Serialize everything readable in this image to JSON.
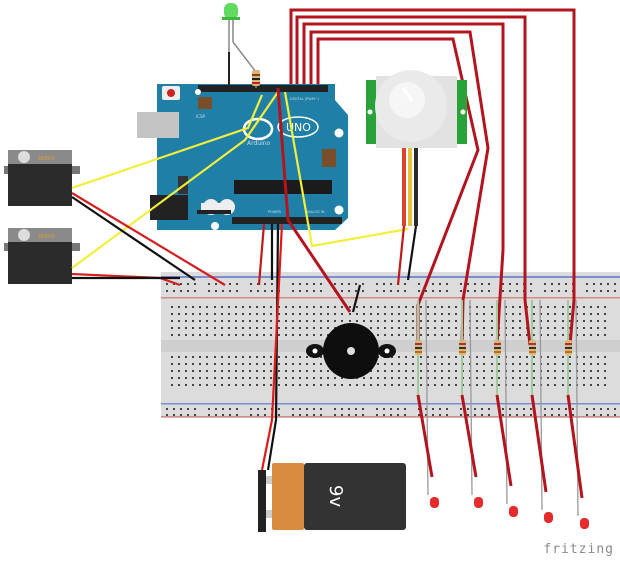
{
  "diagram": {
    "tool_watermark": "fritzing",
    "board": {
      "name": "Arduino UNO",
      "logo_text": "UNO",
      "brand_text": "Arduino",
      "icsp_label": "ICSP",
      "digital_label": "DIGITAL (PWM~)",
      "power_label": "POWER",
      "analog_label": "ANALOG IN",
      "color": "#1f7fa6"
    },
    "battery": {
      "label": "9v",
      "type": "9V battery"
    },
    "components": [
      {
        "id": "servo-1",
        "type": "servo",
        "label": "SERVO"
      },
      {
        "id": "servo-2",
        "type": "servo",
        "label": "SERVO"
      },
      {
        "id": "pir-sensor",
        "type": "PIR motion sensor"
      },
      {
        "id": "status-led",
        "type": "LED",
        "color": "#4cd14c"
      },
      {
        "id": "buzzer",
        "type": "piezo buzzer"
      },
      {
        "id": "breadboard",
        "type": "full breadboard"
      }
    ],
    "red_leds": [
      {
        "id": "led-1",
        "color": "#e52b2b"
      },
      {
        "id": "led-2",
        "color": "#e52b2b"
      },
      {
        "id": "led-3",
        "color": "#e52b2b"
      },
      {
        "id": "led-4",
        "color": "#e52b2b"
      },
      {
        "id": "led-5",
        "color": "#e52b2b"
      }
    ],
    "resistor_count": 6,
    "wire_colors": {
      "signal": "#f2ee3a",
      "power": "#d42020",
      "ground": "#111111",
      "led": "#b3141e"
    }
  }
}
